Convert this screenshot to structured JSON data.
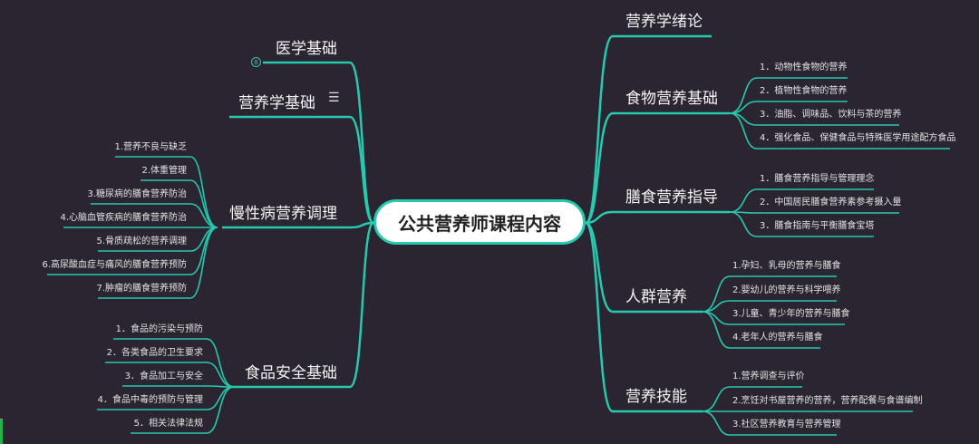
{
  "colors": {
    "background": "#2a2530",
    "line": "#27c9b0",
    "center_fill": "#ffffff"
  },
  "center": {
    "title": "公共营养师课程内容"
  },
  "left_branches": [
    {
      "label": "医学基础",
      "collapsed_count": "8",
      "children": []
    },
    {
      "label": "营养学基础",
      "icon": "notes-icon",
      "children": []
    },
    {
      "label": "慢性病营养调理",
      "children": [
        "1.营养不良与缺乏",
        "2.体重管理",
        "3.糖尿病的膳食营养防治",
        "4.心脑血管疾病的膳食营养防治",
        "5.骨质疏松的营养调理",
        "6.高尿酸血症与痛风的膳食营养预防",
        "7.肿瘤的膳食营养预防"
      ]
    },
    {
      "label": "食品安全基础",
      "children": [
        "1．食品的污染与预防",
        "2．各类食品的卫生要求",
        "3．食品加工与安全",
        "4．食品中毒的预防与管理",
        "5．相关法律法规"
      ]
    }
  ],
  "right_branches": [
    {
      "label": "营养学绪论",
      "children": []
    },
    {
      "label": "食物营养基础",
      "children": [
        "1．动物性食物的营养",
        "2．植物性食物的营养",
        "3．油脂、调味品、饮料与茶的营养",
        "4．强化食品、保健食品与特殊医学用途配方食品"
      ]
    },
    {
      "label": "膳食营养指导",
      "children": [
        "1．膳食营养指导与管理理念",
        "2．中国居民膳食营养素参考摄入量",
        "3．膳食指南与平衡膳食宝塔"
      ]
    },
    {
      "label": "人群营养",
      "children": [
        "1.孕妇、乳母的营养与膳食",
        "2.婴幼儿的营养与科学喂养",
        "3.儿童、青少年的营养与膳食",
        "4.老年人的营养与膳食"
      ]
    },
    {
      "label": "营养技能",
      "children": [
        "1.营养调查与评价",
        "2.烹饪对书屋营养的营养，营养配餐与食谱编制",
        "3.社区营养教育与营养管理"
      ]
    }
  ]
}
